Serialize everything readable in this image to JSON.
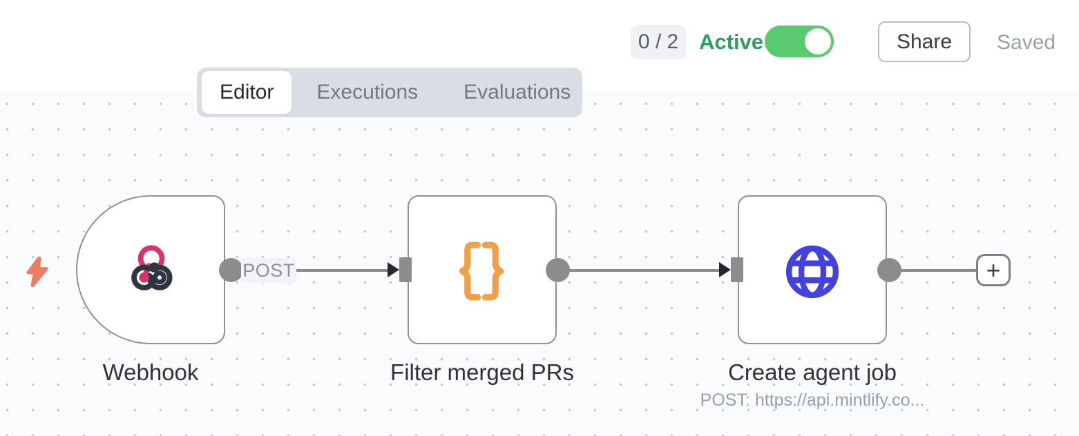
{
  "header": {
    "execution_badge": "0 / 2",
    "active_label": "Active",
    "toggle_state": "on",
    "share_label": "Share",
    "saved_label": "Saved"
  },
  "tabs": [
    {
      "label": "Editor",
      "active": true
    },
    {
      "label": "Executions",
      "active": false
    },
    {
      "label": "Evaluations",
      "active": false
    }
  ],
  "canvas": {
    "connection_label": "POST",
    "add_button_label": "+",
    "nodes": [
      {
        "name": "Webhook",
        "icon": "webhook-icon"
      },
      {
        "name": "Filter merged PRs",
        "icon": "code-braces-icon"
      },
      {
        "name": "Create agent job",
        "icon": "globe-icon",
        "subtitle": "POST: https://api.mintlify.co..."
      }
    ]
  },
  "colors": {
    "active_green": "#2e9e5b",
    "toggle_green": "#5bc96e",
    "webhook_pink": "#d4356a",
    "webhook_dark": "#2e3740",
    "code_orange": "#f0a148",
    "http_blue": "#4342df",
    "trigger_bolt_coral": "#ee7b64",
    "node_border_gray": "#8f9092",
    "connector_gray": "#8b8c8e"
  }
}
